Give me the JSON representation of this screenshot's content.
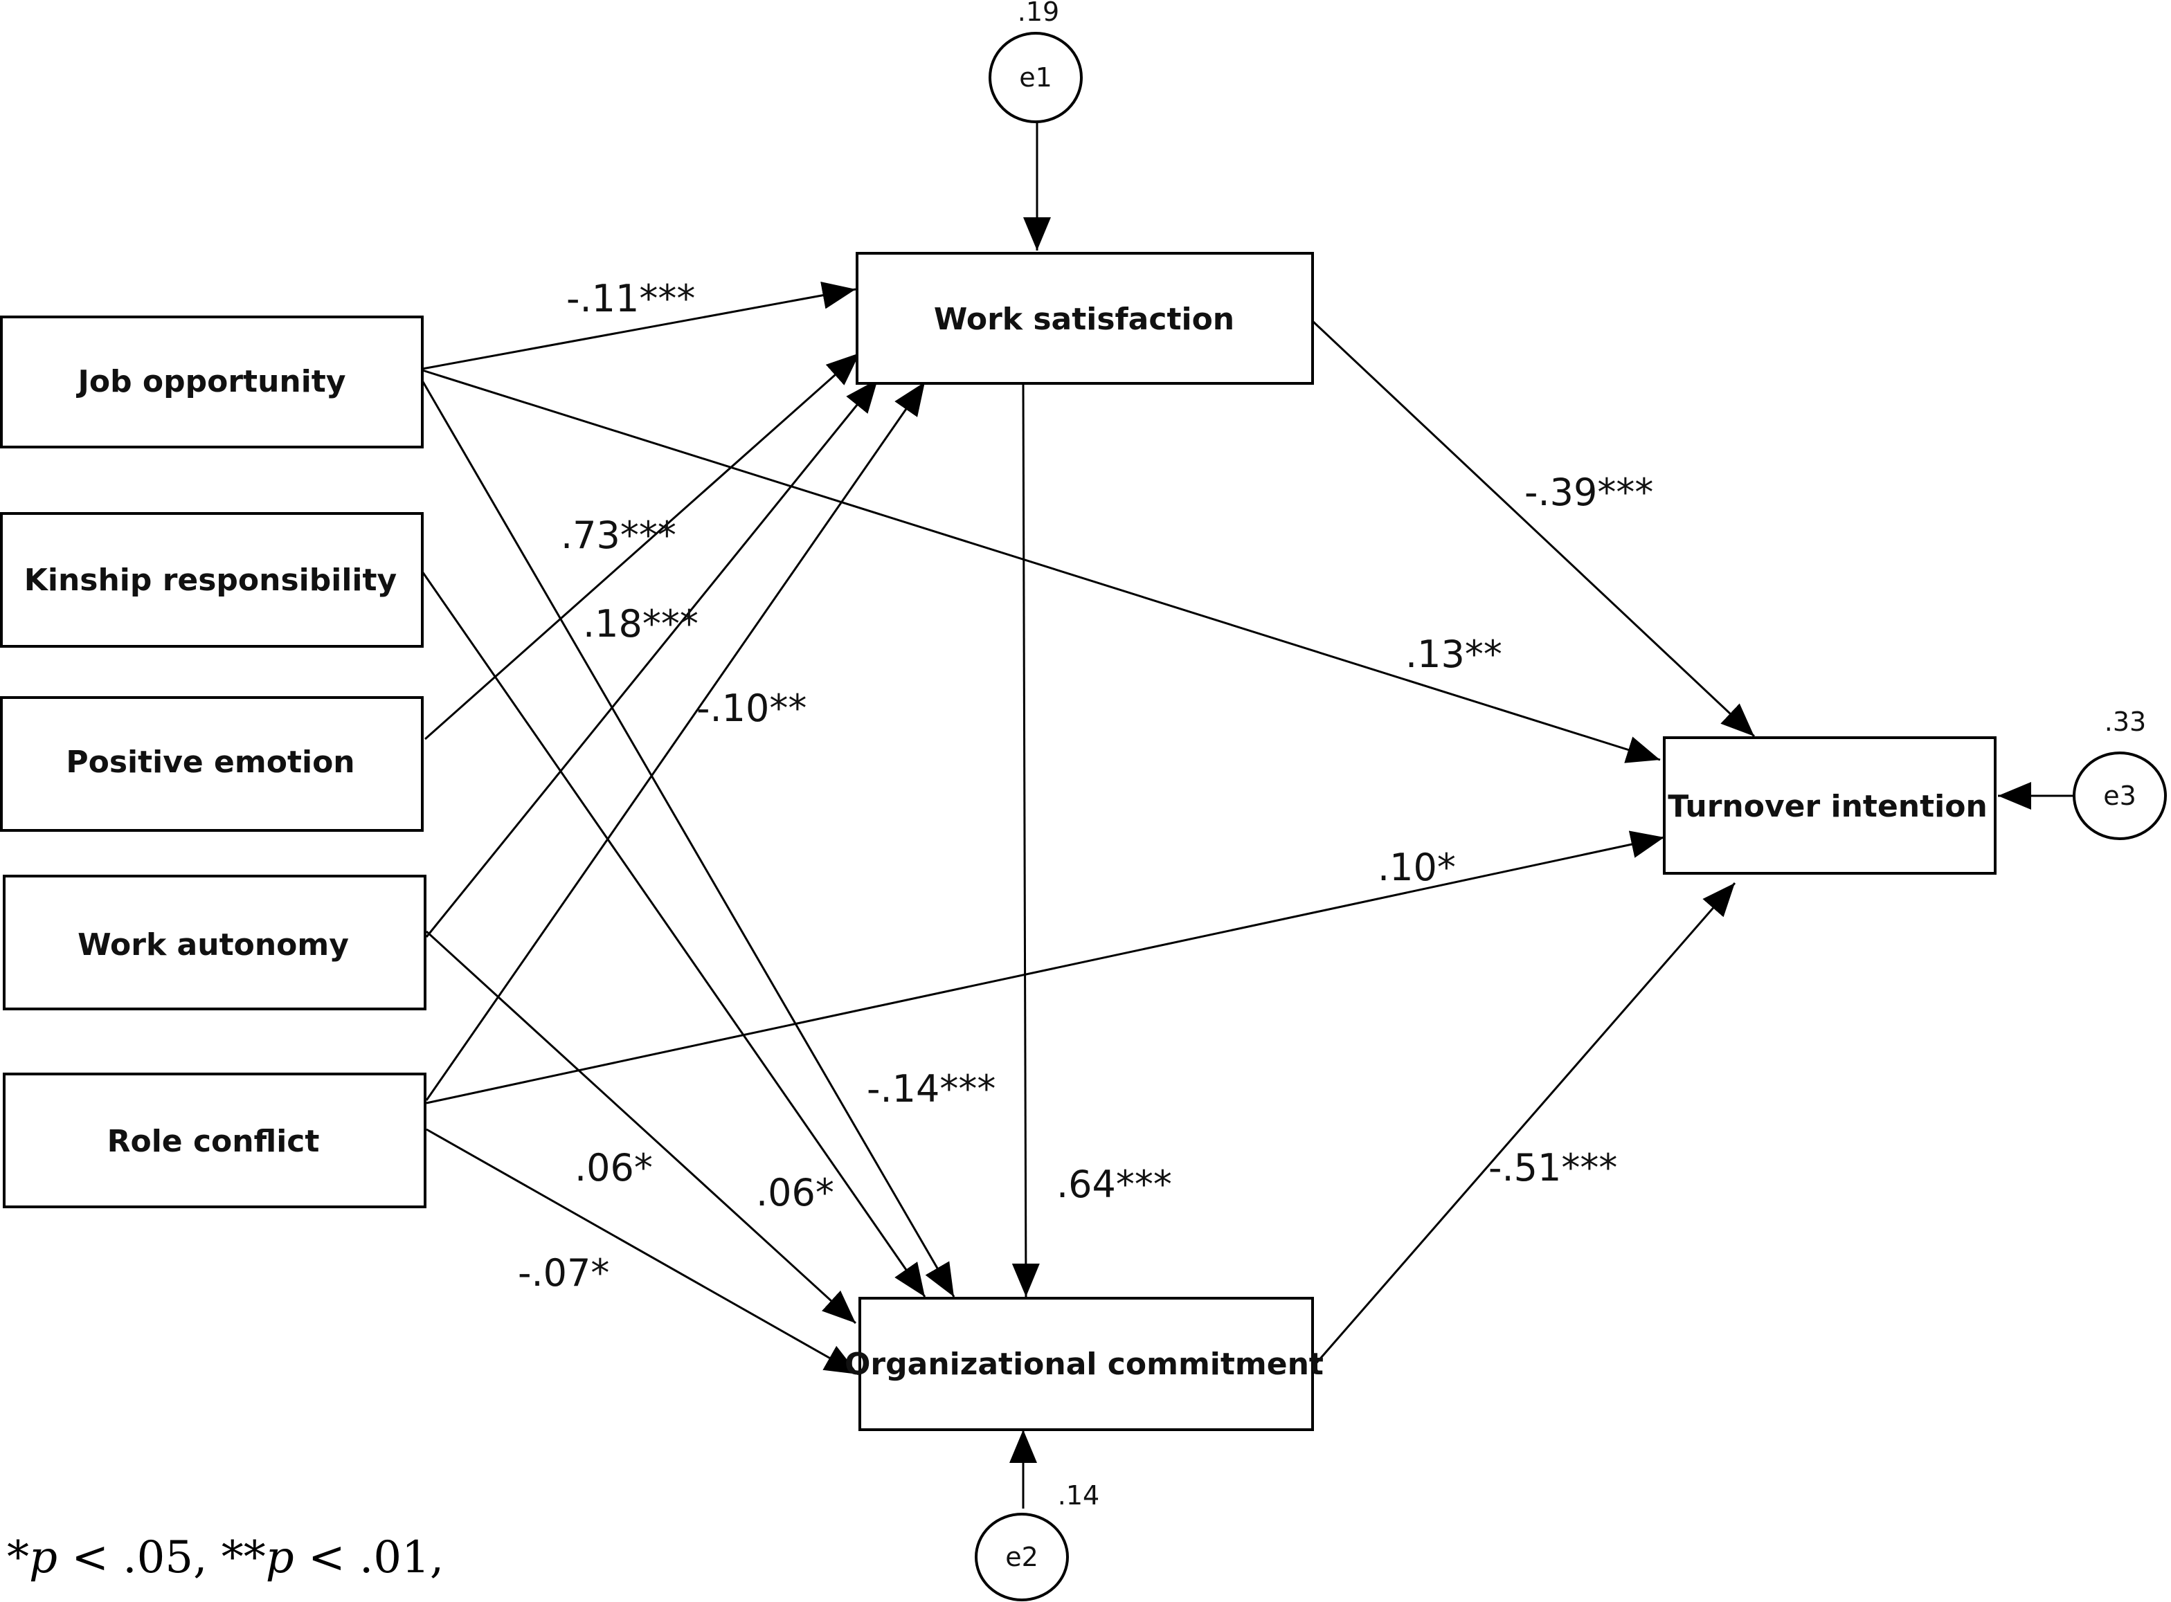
{
  "nodes": {
    "job_opportunity": "Job opportunity",
    "kinship_responsibility": "Kinship responsibility",
    "positive_emotion": "Positive emotion",
    "work_autonomy": "Work autonomy",
    "role_conflict": "Role conflict",
    "work_satisfaction": "Work satisfaction",
    "turnover_intention": "Turnover intention",
    "organizational_commitment": "Organizational commitment"
  },
  "errors": {
    "e1": {
      "label": "e1",
      "variance": ".19"
    },
    "e2": {
      "label": "e2",
      "variance": ".14"
    },
    "e3": {
      "label": "e3",
      "variance": ".33"
    }
  },
  "paths": {
    "jo_ws": "-.11***",
    "pe_ws": ".73***",
    "wa_ws": ".18***",
    "rc_ws": "-.10**",
    "ws_ti": "-.39***",
    "jo_ti": ".13**",
    "rc_ti": ".10*",
    "jo_oc": "-.14***",
    "ws_oc": ".64***",
    "oc_ti": "-.51***",
    "wa_oc": ".06*",
    "kr_oc": ".06*",
    "rc_oc": "-.07*"
  },
  "footnote": {
    "part1": "*",
    "p1": "p",
    "part2": " < .05, **",
    "p2": "p",
    "part3": " < .01,"
  }
}
